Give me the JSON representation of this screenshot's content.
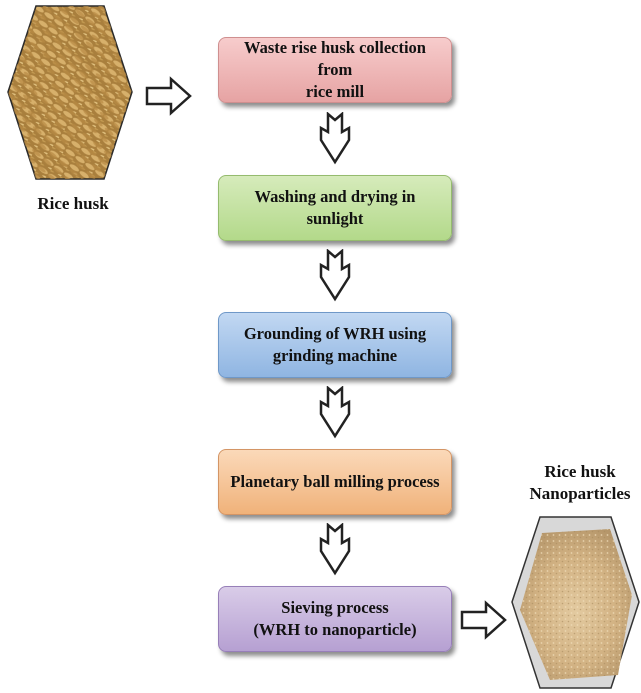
{
  "inputs": {
    "rice_husk_label": "Rice husk"
  },
  "outputs": {
    "nanoparticles_label": "Rice husk\nNanoparticles"
  },
  "steps": [
    {
      "label": "Waste rise husk collection from\nrice mill",
      "color": "#efb6b6"
    },
    {
      "label": "Washing and drying in sunlight",
      "color": "#c4e2a2"
    },
    {
      "label": "Grounding of WRH using\ngrinding machine",
      "color": "#a8c6ea"
    },
    {
      "label": "Planetary ball milling process",
      "color": "#f5c59a"
    },
    {
      "label": "Sieving process\n(WRH to nanoparticle)",
      "color": "#c7b6dd"
    }
  ]
}
